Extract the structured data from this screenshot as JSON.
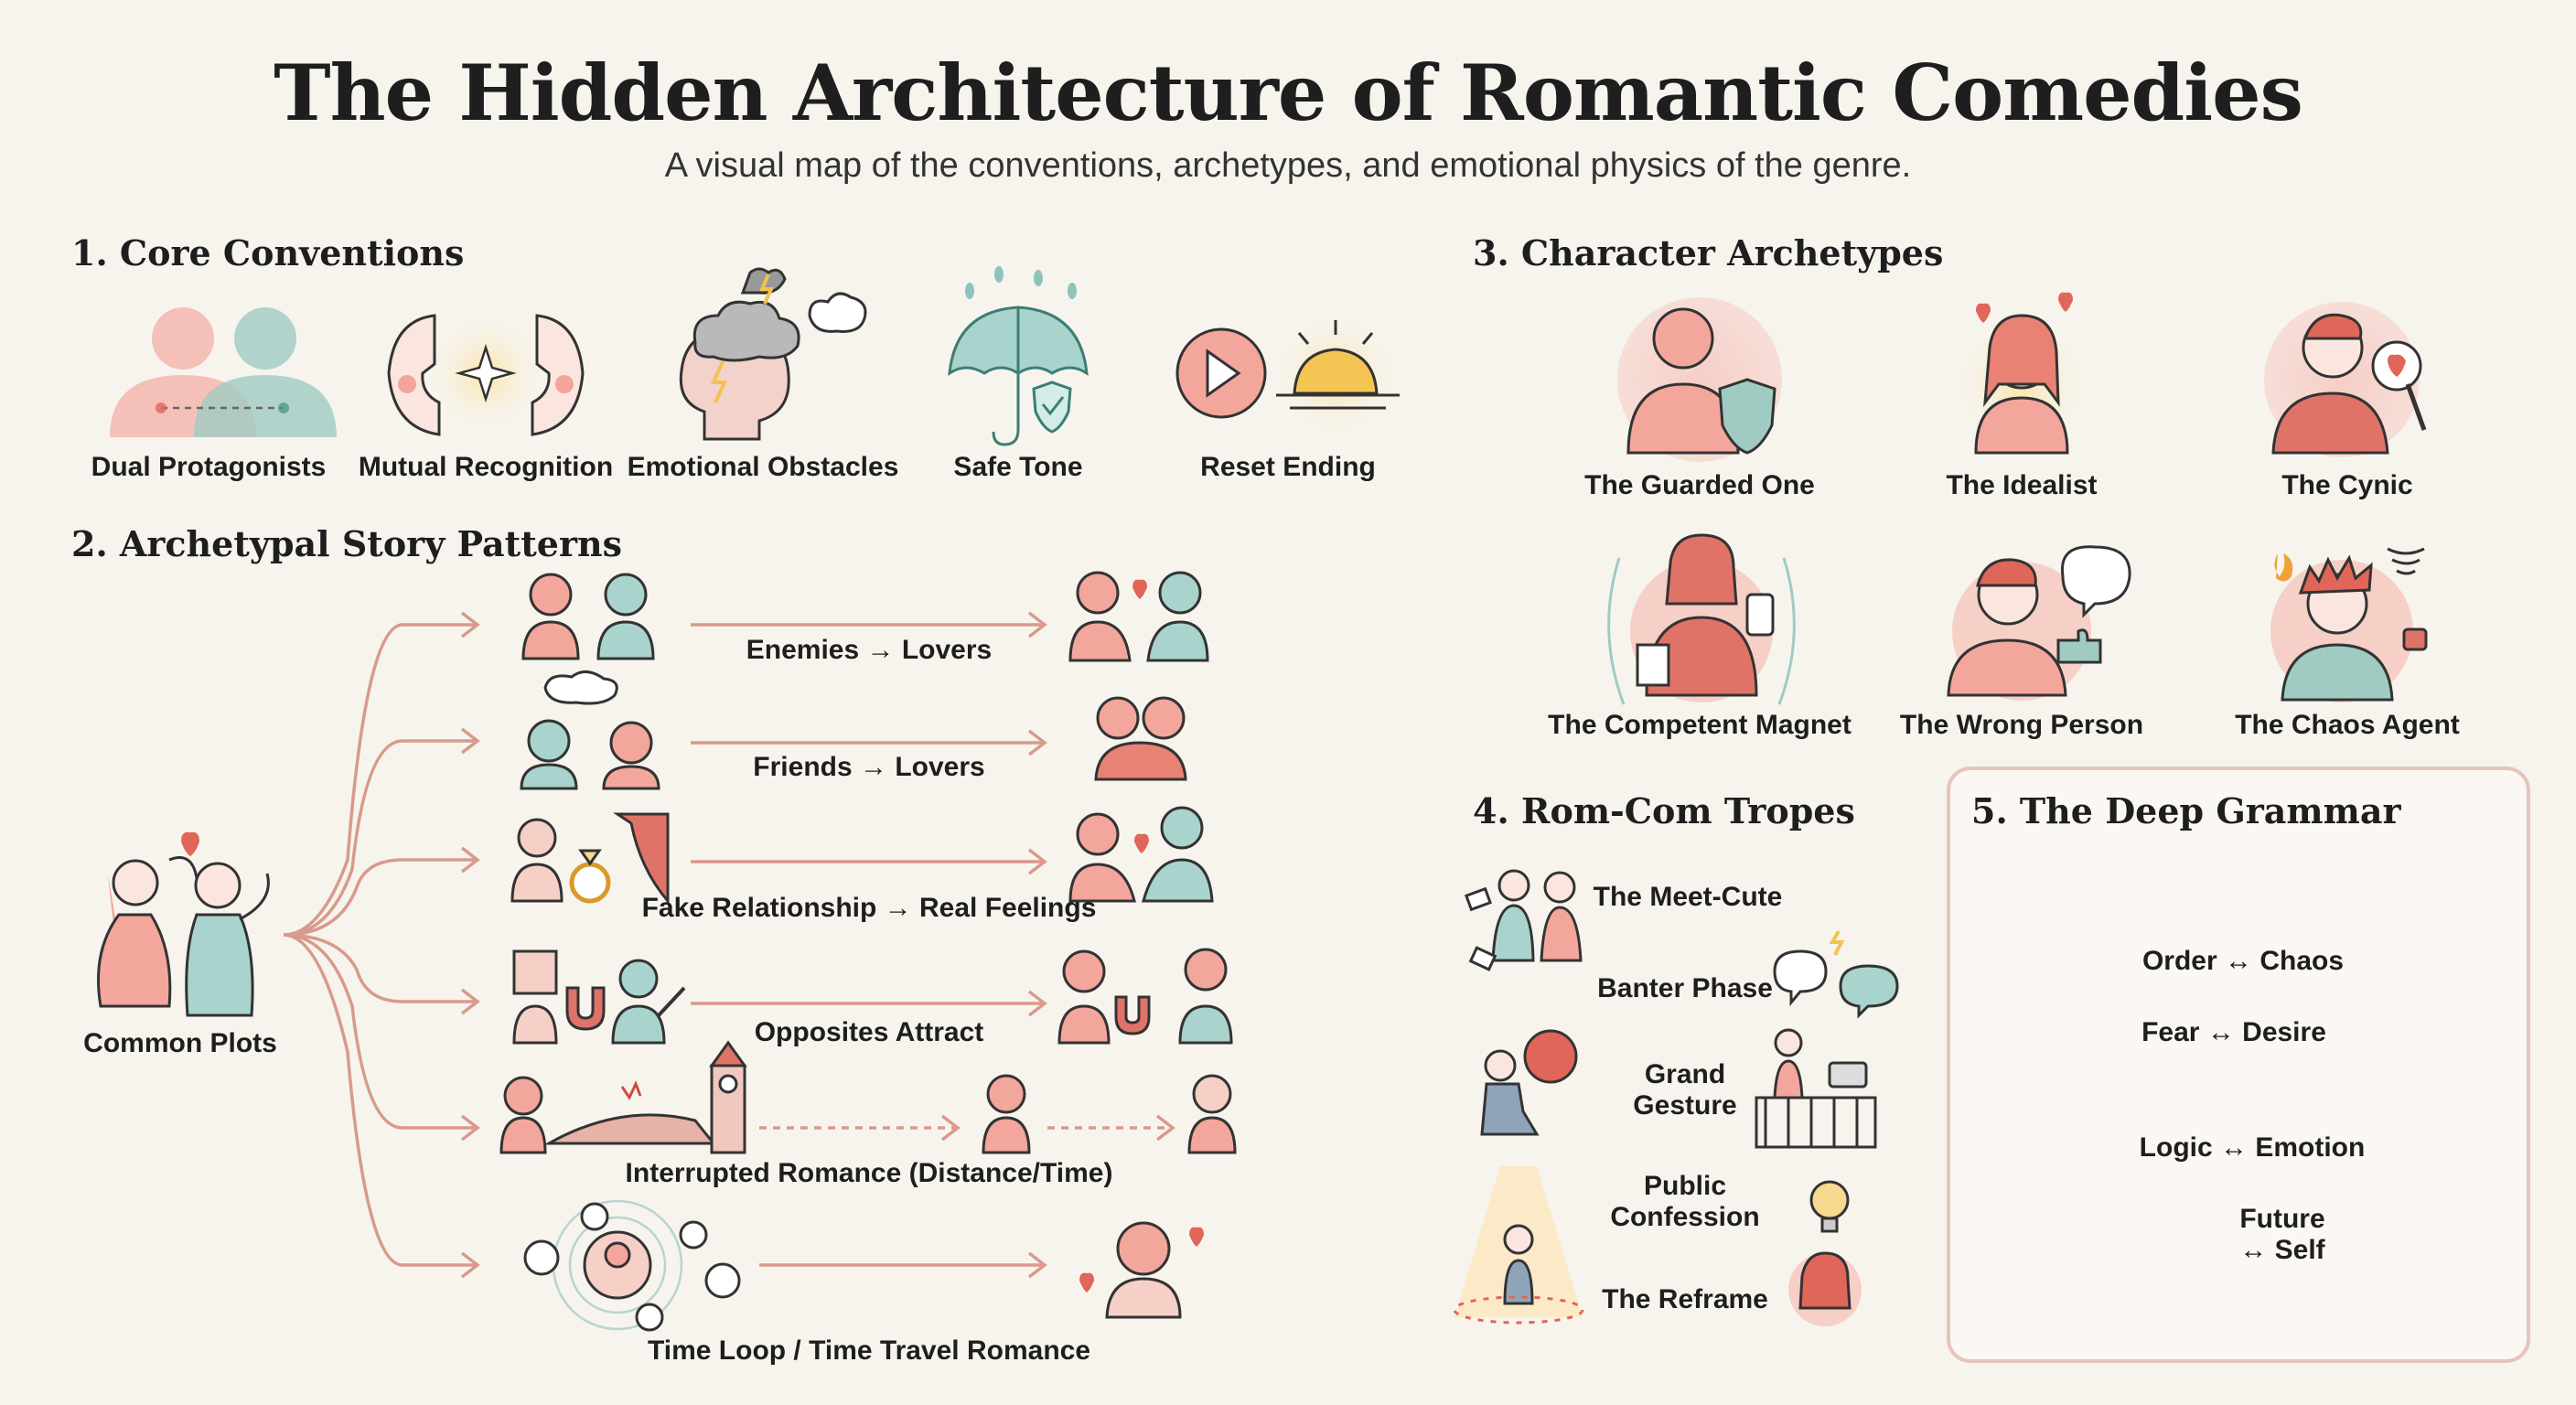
{
  "title": "The Hidden Architecture of Romantic Comedies",
  "subtitle": "A visual map of the conventions, archetypes, and emotional physics of the genre.",
  "colors": {
    "coral": "#ef8c80",
    "teal": "#8fc4bc",
    "gold": "#f2c24f",
    "ink": "#1e1e1e",
    "background": "#f7f4ee"
  },
  "sections": {
    "core": {
      "title": "1. Core Conventions",
      "items": [
        {
          "label": "Dual Protagonists",
          "icon": "dual-protagonists-icon"
        },
        {
          "label": "Mutual Recognition",
          "icon": "mutual-recognition-icon"
        },
        {
          "label": "Emotional Obstacles",
          "icon": "storm-cloud-head-icon"
        },
        {
          "label": "Safe Tone",
          "icon": "umbrella-shield-icon"
        },
        {
          "label": "Reset Ending",
          "icon": "play-sunrise-icon"
        }
      ]
    },
    "patterns": {
      "title": "2. Archetypal Story Patterns",
      "root": "Common Plots",
      "items": [
        {
          "label": "Enemies → Lovers"
        },
        {
          "label": "Friends → Lovers"
        },
        {
          "label": "Fake Relationship → Real Feelings"
        },
        {
          "label": "Opposites Attract"
        },
        {
          "label": "Interrupted Romance (Distance/Time)"
        },
        {
          "label": "Time Loop / Time Travel Romance"
        }
      ]
    },
    "archetypes": {
      "title": "3. Character Archetypes",
      "items": [
        {
          "label": "The Guarded One",
          "icon": "shield-icon"
        },
        {
          "label": "The Idealist",
          "icon": "hearts-icon"
        },
        {
          "label": "The Cynic",
          "icon": "broken-heart-magnifier-icon"
        },
        {
          "label": "The Competent Magnet",
          "icon": "magnet-icon"
        },
        {
          "label": "The Wrong Person",
          "icon": "puzzle-piece-icon"
        },
        {
          "label": "The Chaos Agent",
          "icon": "tornado-icon"
        }
      ]
    },
    "tropes": {
      "title": "4. Rom-Com Tropes",
      "items": [
        {
          "label": "The Meet-Cute"
        },
        {
          "label": "Banter Phase"
        },
        {
          "label_line1": "Grand",
          "label_line2": "Gesture"
        },
        {
          "label_line1": "Public",
          "label_line2": "Confession"
        },
        {
          "label": "The Reframe"
        }
      ]
    },
    "grammar": {
      "title": "5. The Deep Grammar",
      "pairs": [
        {
          "label": "Order ↔ Chaos"
        },
        {
          "label": "Fear ↔ Desire"
        },
        {
          "label": "Logic ↔ Emotion"
        },
        {
          "label_line1": "Future",
          "label_line2": "↔ Self"
        }
      ]
    }
  }
}
